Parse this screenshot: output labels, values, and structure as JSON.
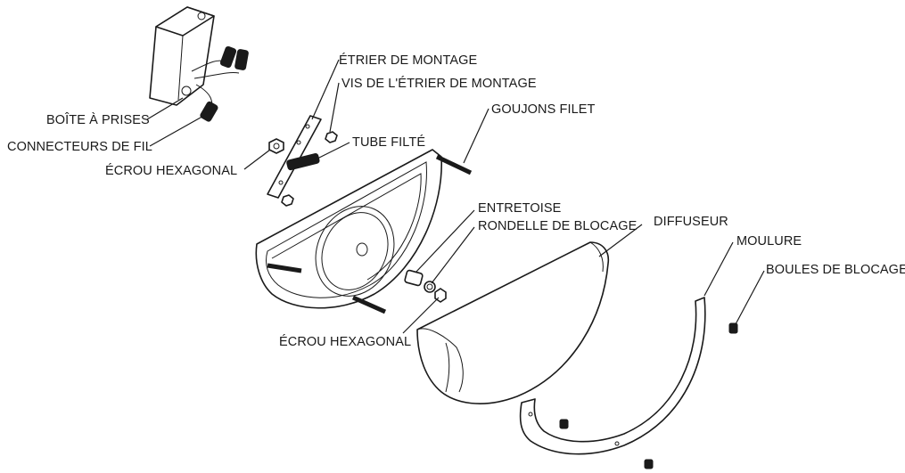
{
  "labels": {
    "boite": "BOÎTE À PRISES",
    "connecteurs": "CONNECTEURS DE FIL",
    "ecrou1": "ÉCROU HEXAGONAL",
    "etrier": "ÉTRIER DE MONTAGE",
    "vis": "VIS DE L'ÉTRIER DE MONTAGE",
    "tube": "TUBE FILTÉ",
    "goujons": "GOUJONS FILET",
    "entretoise": "ENTRETOISE",
    "rondelle": "RONDELLE DE BLOCAGE",
    "diffuseur": "DIFFUSEUR",
    "moulure": "MOULURE",
    "boules": "BOULES DE BLOCAGE",
    "ecrou2": "ÉCROU HEXAGONAL"
  }
}
